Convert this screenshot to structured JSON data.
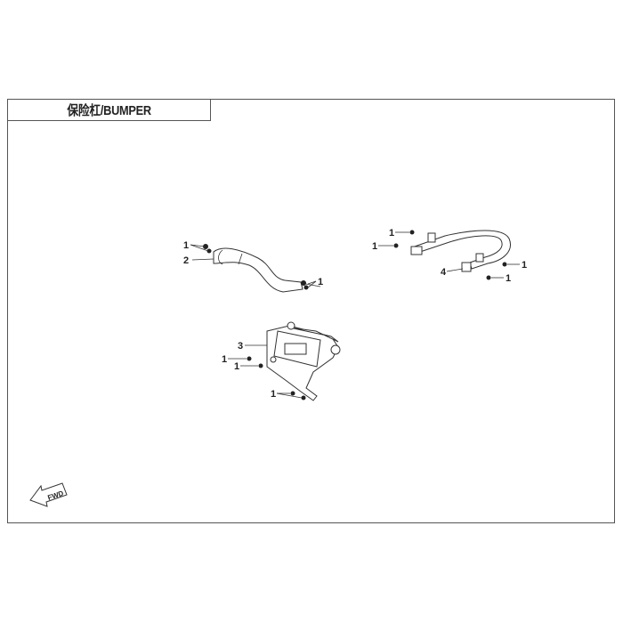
{
  "title": "保险杠/BUMPER",
  "callouts": {
    "nut": "1",
    "front_tube": "2",
    "bracket": "3",
    "rear_bumper": "4"
  },
  "fwd_label": "FWD"
}
